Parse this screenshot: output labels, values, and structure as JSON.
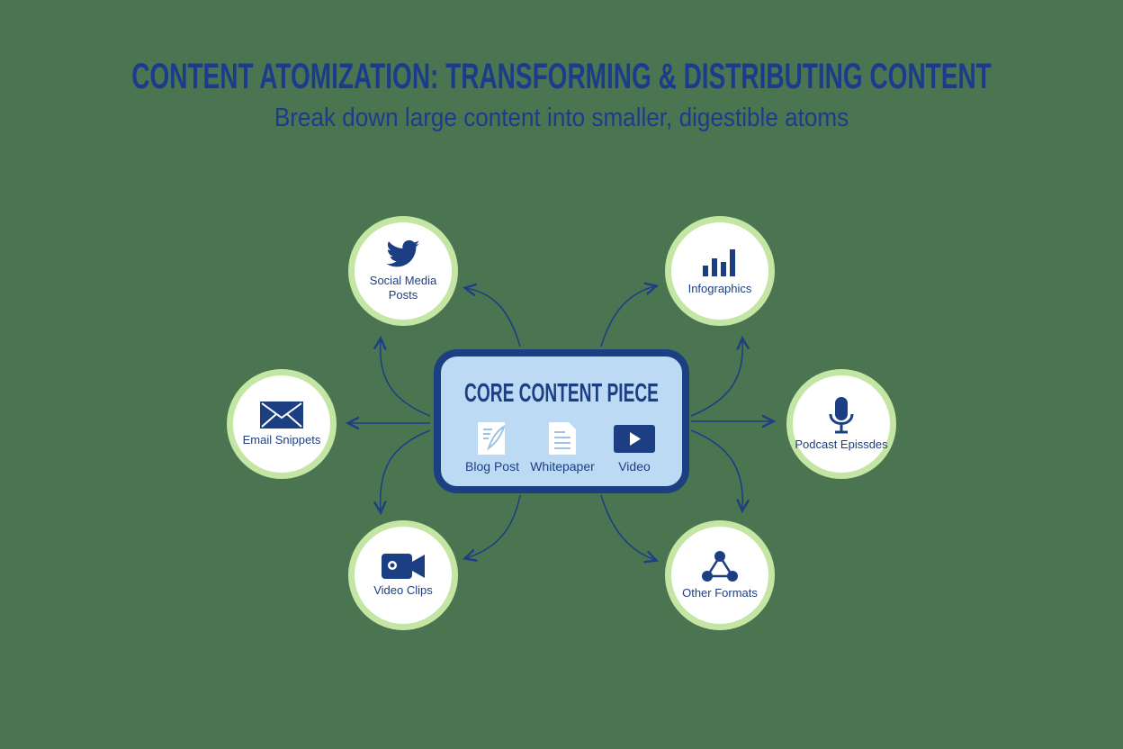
{
  "title": "CONTENT ATOMIZATION: TRANSFORMING & DISTRIBUTING CONTENT",
  "subtitle": "Break down large content into smaller, digestible atoms",
  "colors": {
    "background": "#4b7551",
    "navy": "#1c3f84",
    "core_fill": "#bcdaf3",
    "ring": "#c4e6a4"
  },
  "core": {
    "title": "CORE CONTENT PIECE",
    "formats": [
      {
        "label": "Blog Post",
        "icon": "blog-post-icon"
      },
      {
        "label": "Whitepaper",
        "icon": "document-icon"
      },
      {
        "label": "Video",
        "icon": "play-icon"
      }
    ]
  },
  "nodes": [
    {
      "label": "Social Media Posts",
      "icon": "twitter-bird-icon"
    },
    {
      "label": "Infographics",
      "icon": "bar-chart-icon"
    },
    {
      "label": "Email Snippets",
      "icon": "envelope-icon"
    },
    {
      "label": "Podcast Epissdes",
      "icon": "microphone-icon"
    },
    {
      "label": "Video Clips",
      "icon": "video-camera-icon"
    },
    {
      "label": "Other Formats",
      "icon": "network-icon"
    }
  ]
}
